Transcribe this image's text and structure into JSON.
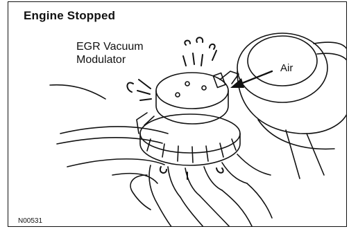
{
  "figure": {
    "title": "Engine Stopped",
    "component_label_line1": "EGR Vacuum",
    "component_label_line2": "Modulator",
    "air_label": "Air",
    "figure_id": "N00531"
  }
}
